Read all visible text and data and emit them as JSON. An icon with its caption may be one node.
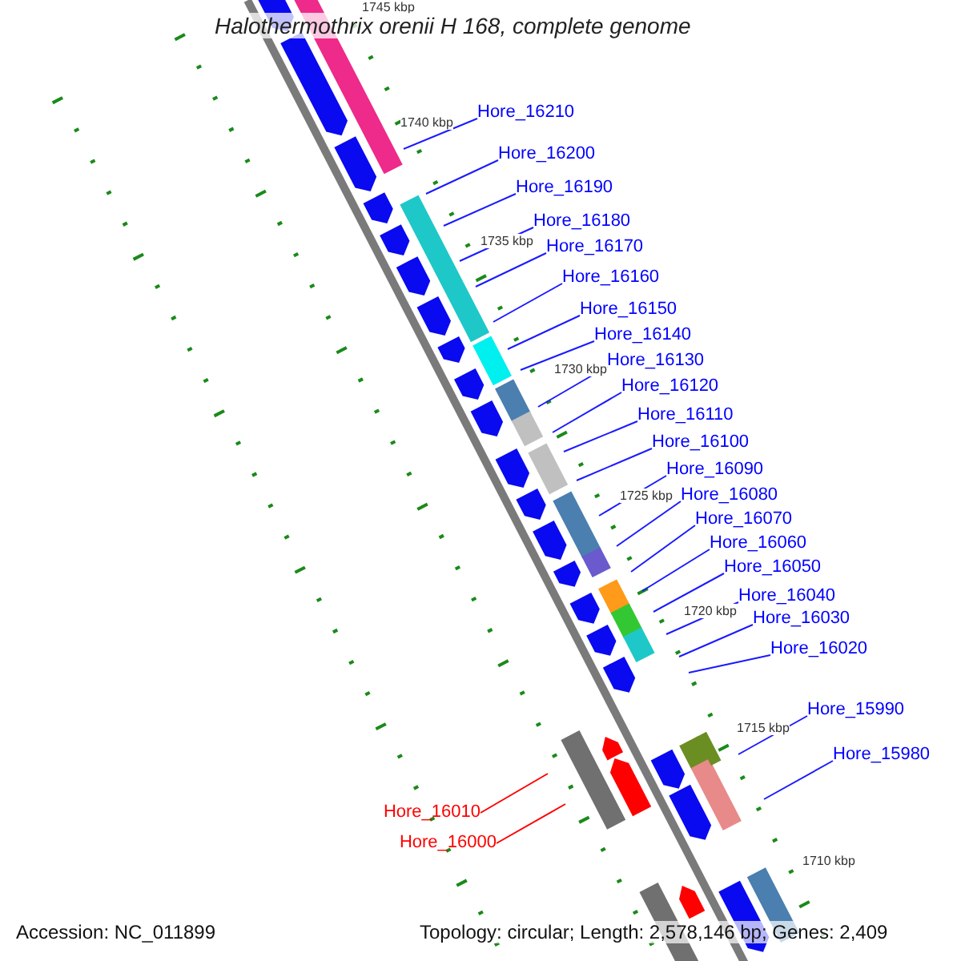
{
  "diagram": {
    "title": "Halothermothrix orenii H 168, complete genome",
    "nodes": [
      {
        "text": [
          "Hore_16210"
        ]
      },
      {
        "text": [
          "Hore_16200"
        ]
      },
      {
        "text": [
          "Hore_16190"
        ]
      },
      {
        "text": [
          "Hore_16180"
        ]
      },
      {
        "text": [
          "Hore_16170"
        ]
      },
      {
        "text": [
          "Hore_16160"
        ]
      },
      {
        "text": [
          "Hore_16150"
        ]
      },
      {
        "text": [
          "Hore_16140"
        ]
      },
      {
        "text": [
          "Hore_16130"
        ]
      },
      {
        "text": [
          "Hore_16120"
        ]
      },
      {
        "text": [
          "Hore_16110"
        ]
      },
      {
        "text": [
          "Hore_16100"
        ]
      },
      {
        "text": [
          "Hore_16090"
        ]
      },
      {
        "text": [
          "Hore_16080"
        ]
      },
      {
        "text": [
          "Hore_16070"
        ]
      },
      {
        "text": [
          "Hore_16060"
        ]
      },
      {
        "text": [
          "Hore_16050"
        ]
      },
      {
        "text": [
          "Hore_16040"
        ]
      },
      {
        "text": [
          "Hore_16030"
        ]
      },
      {
        "text": [
          "Hore_16020"
        ]
      },
      {
        "text": [
          "Hore_15990"
        ]
      },
      {
        "text": [
          "Hore_15980"
        ]
      },
      {
        "text": [
          "Hore_16010"
        ]
      },
      {
        "text": [
          "Hore_16000"
        ]
      }
    ],
    "edges": [
      {
        "from": 0,
        "to": null,
        "arrow": "none"
      },
      {
        "from": 1,
        "to": null,
        "arrow": "none"
      },
      {
        "from": 2,
        "to": null,
        "arrow": "none"
      },
      {
        "from": 3,
        "to": null,
        "arrow": "none"
      },
      {
        "from": 4,
        "to": null,
        "arrow": "none"
      },
      {
        "from": 5,
        "to": null,
        "arrow": "none"
      },
      {
        "from": 6,
        "to": null,
        "arrow": "none"
      },
      {
        "from": 7,
        "to": null,
        "arrow": "none"
      },
      {
        "from": 8,
        "to": null,
        "arrow": "none"
      },
      {
        "from": 9,
        "to": null,
        "arrow": "none"
      },
      {
        "from": 10,
        "to": null,
        "arrow": "none"
      },
      {
        "from": 11,
        "to": null,
        "arrow": "none"
      },
      {
        "from": 12,
        "to": null,
        "arrow": "none"
      },
      {
        "from": 13,
        "to": null,
        "arrow": "none"
      },
      {
        "from": 14,
        "to": null,
        "arrow": "none"
      },
      {
        "from": 15,
        "to": null,
        "arrow": "none"
      },
      {
        "from": 16,
        "to": null,
        "arrow": "none"
      },
      {
        "from": 17,
        "to": null,
        "arrow": "none"
      },
      {
        "from": 18,
        "to": null,
        "arrow": "none"
      },
      {
        "from": 19,
        "to": null,
        "arrow": "none"
      },
      {
        "from": 20,
        "to": null,
        "arrow": "none"
      },
      {
        "from": 21,
        "to": null,
        "arrow": "none"
      },
      {
        "from": 22,
        "to": null,
        "arrow": "none",
        "color": "#ff0000"
      },
      {
        "from": 23,
        "to": null,
        "arrow": "none",
        "color": "#ff0000"
      }
    ],
    "labels": [
      "1745 kbp",
      "1740 kbp",
      "1735 kbp",
      "1730 kbp",
      "1725 kbp",
      "1720 kbp",
      "1715 kbp",
      "1710 kbp",
      "Accession: NC_011899",
      "Topology: circular; Length: 2,578,146 bp; Genes: 2,409"
    ]
  }
}
